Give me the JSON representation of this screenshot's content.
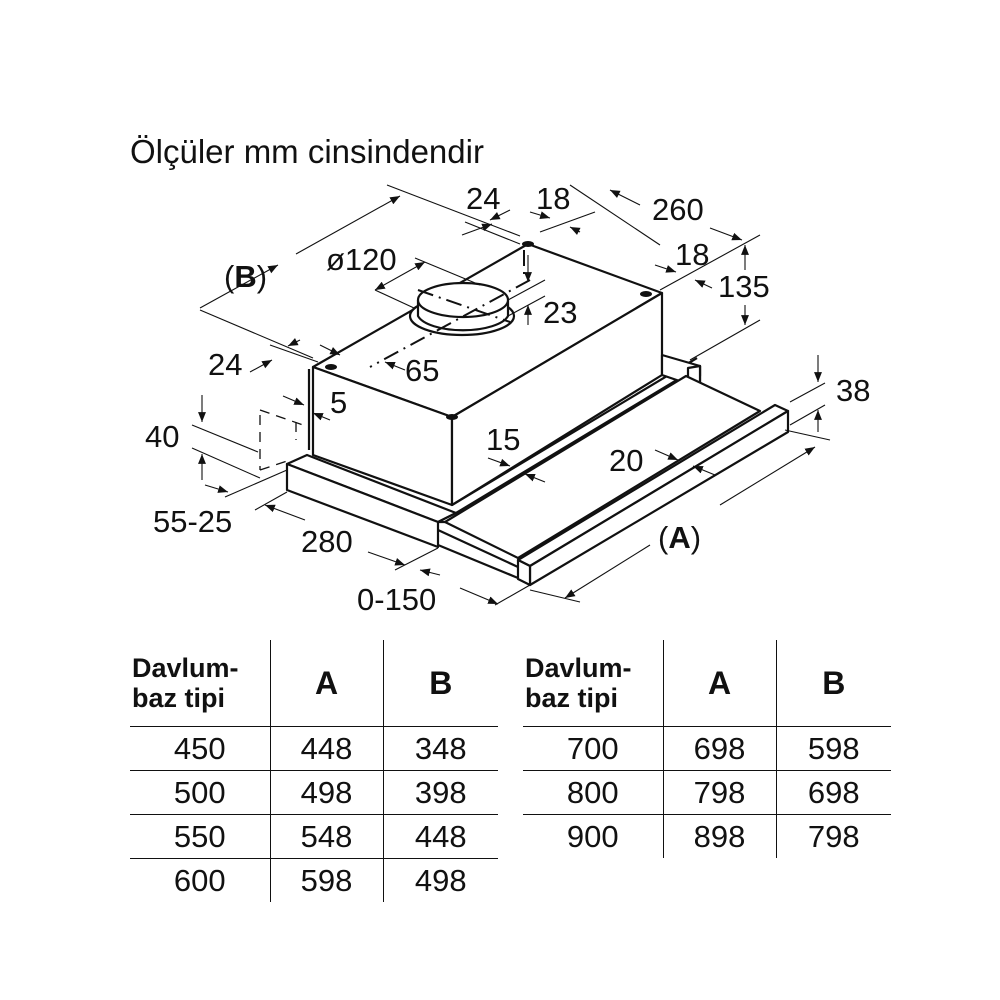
{
  "header": {
    "title": "Ölçüler mm cinsindendir"
  },
  "diagram": {
    "labels": {
      "dim_b": "B",
      "dim_a": "A"
    },
    "dimensions": {
      "top_offset_24": "24",
      "top_offset_18": "18",
      "depth_260": "260",
      "side_offset_18": "18",
      "height_135": "135",
      "duct_diameter": "ø120",
      "duct_height_23": "23",
      "left_offset_24": "24",
      "duct_offset_65": "65",
      "gap_5": "5",
      "rail_15": "15",
      "rail_20": "20",
      "panel_height_38": "38",
      "bracket_height_40": "40",
      "bracket_range": "55-25",
      "base_depth_280": "280",
      "extension_range": "0-150"
    }
  },
  "tables": [
    {
      "header": {
        "type_line1": "Davlum-",
        "type_line2": "baz tipi",
        "col_a": "A",
        "col_b": "B"
      },
      "rows": [
        {
          "type": "450",
          "a": "448",
          "b": "348"
        },
        {
          "type": "500",
          "a": "498",
          "b": "398"
        },
        {
          "type": "550",
          "a": "548",
          "b": "448"
        },
        {
          "type": "600",
          "a": "598",
          "b": "498"
        }
      ]
    },
    {
      "header": {
        "type_line1": "Davlum-",
        "type_line2": "baz tipi",
        "col_a": "A",
        "col_b": "B"
      },
      "rows": [
        {
          "type": "700",
          "a": "698",
          "b": "598"
        },
        {
          "type": "800",
          "a": "798",
          "b": "698"
        },
        {
          "type": "900",
          "a": "898",
          "b": "798"
        }
      ]
    }
  ]
}
